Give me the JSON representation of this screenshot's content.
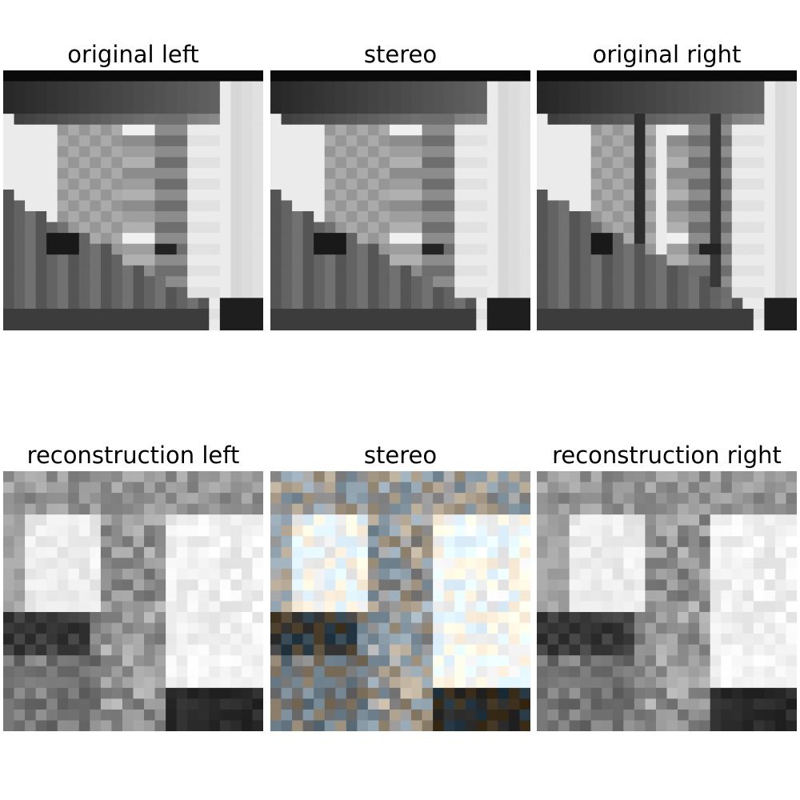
{
  "panels": [
    {
      "title": "original left"
    },
    {
      "title": "stereo"
    },
    {
      "title": "original right"
    },
    {
      "title": "reconstruction left"
    },
    {
      "title": "stereo"
    },
    {
      "title": "reconstruction right"
    }
  ]
}
